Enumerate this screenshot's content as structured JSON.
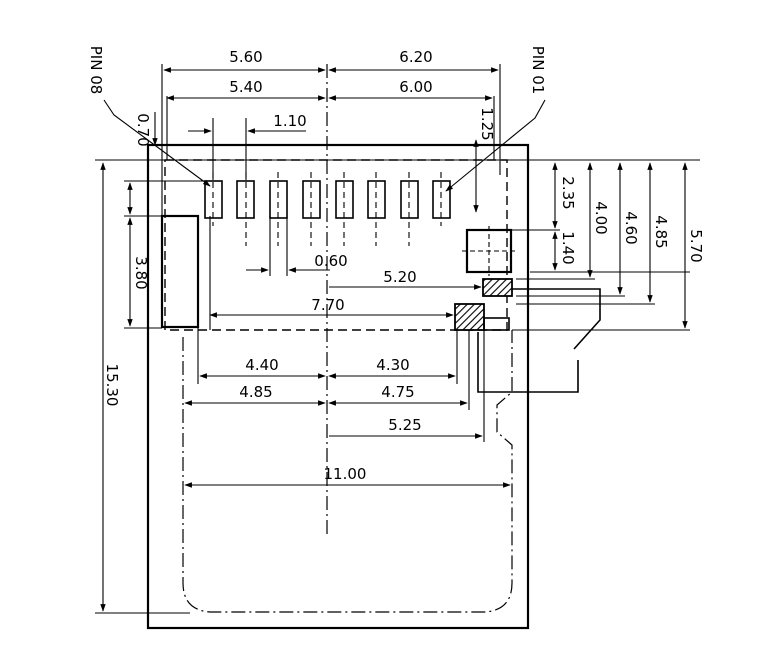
{
  "labels": {
    "pin_first": "PIN 01",
    "pin_last": "PIN 08"
  },
  "dimensions": {
    "top_right_outer": "6.20",
    "top_right_inner": "6.00",
    "top_left_outer": "5.60",
    "top_left_inner": "5.40",
    "left_small": "0.70",
    "pin_pitch": "1.10",
    "right_small": "1.25",
    "pad_width": "0.60",
    "left_height": "3.80",
    "right_235": "2.35",
    "right_400": "4.00",
    "right_460": "4.60",
    "right_485": "4.85",
    "right_570": "5.70",
    "right_140": "1.40",
    "mid_520": "5.20",
    "mid_770": "7.70",
    "bot_440": "4.40",
    "bot_430": "4.30",
    "bot_485": "4.85",
    "bot_475": "4.75",
    "bot_525": "5.25",
    "card_width": "11.00",
    "total_height": "15.30"
  }
}
